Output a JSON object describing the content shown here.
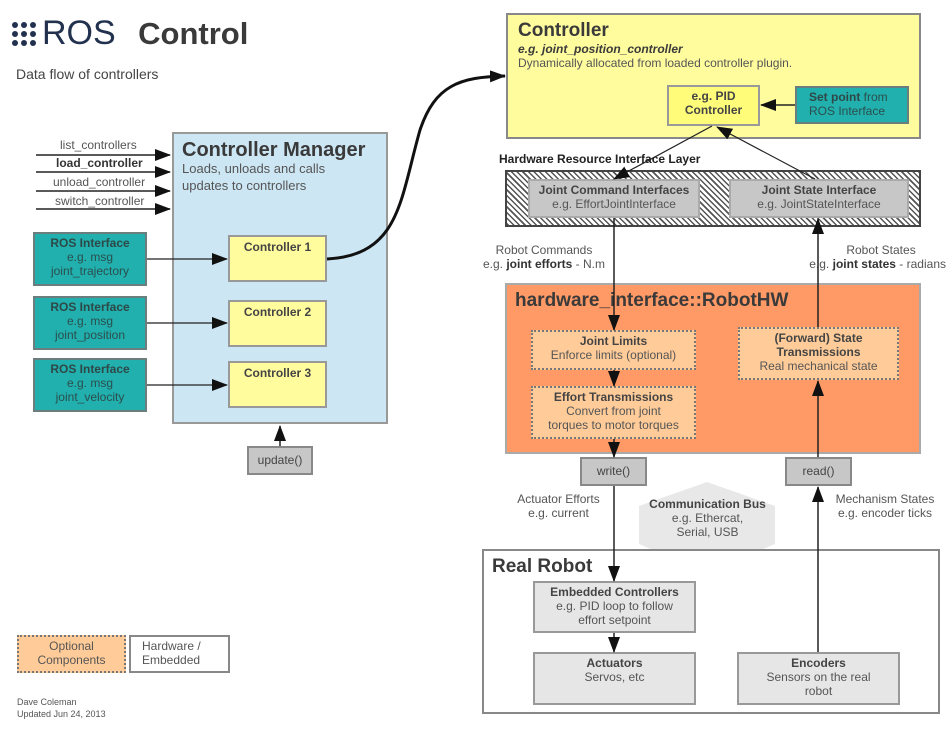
{
  "header": {
    "logo_text": "ROS",
    "title": "Control",
    "subtitle": "Data flow of controllers"
  },
  "service_calls": [
    "list_controllers",
    "load_controller",
    "unload_controller",
    "switch_controller"
  ],
  "controller_manager": {
    "title": "Controller Manager",
    "desc_line1": "Loads, unloads and calls",
    "desc_line2": "updates to controllers",
    "controllers": [
      "Controller 1",
      "Controller 2",
      "Controller 3"
    ],
    "update_label": "update()"
  },
  "ros_interfaces": [
    {
      "title": "ROS Interface",
      "line1": "e.g. msg",
      "line2": "joint_trajectory"
    },
    {
      "title": "ROS Interface",
      "line1": "e.g. msg",
      "line2": "joint_position"
    },
    {
      "title": "ROS Interface",
      "line1": "e.g. msg",
      "line2": "joint_velocity"
    }
  ],
  "controller": {
    "title": "Controller",
    "example": "e.g. joint_position_controller",
    "desc": "Dynamically allocated from loaded controller plugin.",
    "pid_line1": "e.g. PID",
    "pid_line2": "Controller",
    "setpoint_bold": "Set point",
    "setpoint_rest": " from",
    "setpoint_line2": "ROS Interface"
  },
  "hw_layer": {
    "title": "Hardware Resource Interface Layer",
    "command_title": "Joint Command Interfaces",
    "command_example": "e.g. EffortJointInterface",
    "state_title": "Joint State Interface",
    "state_example": "e.g. JointStateInterface"
  },
  "flows": {
    "robot_commands": "Robot Commands",
    "robot_commands_eg": "e.g. ",
    "robot_commands_bold": "joint efforts",
    "robot_commands_unit": " - N.m",
    "robot_states": "Robot States",
    "robot_states_eg": "e.g. ",
    "robot_states_bold": "joint states",
    "robot_states_unit": " - radians",
    "actuator_efforts": "Actuator Efforts",
    "actuator_efforts_eg": "e.g. current",
    "mechanism_states": "Mechanism States",
    "mechanism_states_eg": "e.g. encoder ticks"
  },
  "robot_hw": {
    "title": "hardware_interface::RobotHW",
    "joint_limits_title": "Joint Limits",
    "joint_limits_desc": "Enforce limits (optional)",
    "effort_title": "Effort Transmissions",
    "effort_desc1": "Convert from joint",
    "effort_desc2": "torques to motor torques",
    "state_title1": "(Forward) State",
    "state_title2": "Transmissions",
    "state_desc": "Real mechanical state",
    "write_label": "write()",
    "read_label": "read()"
  },
  "comm_bus": {
    "title": "Communication Bus",
    "line1": "e.g. Ethercat,",
    "line2": "Serial, USB"
  },
  "real_robot": {
    "title": "Real Robot",
    "embedded_title": "Embedded Controllers",
    "embedded_desc1": "e.g. PID loop to follow",
    "embedded_desc2": "effort setpoint",
    "actuators_title": "Actuators",
    "actuators_desc": "Servos, etc",
    "encoders_title": "Encoders",
    "encoders_desc1": "Sensors on the real",
    "encoders_desc2": "robot"
  },
  "legend": {
    "optional_line1": "Optional",
    "optional_line2": "Components",
    "hardware_line1": "Hardware /",
    "hardware_line2": "Embedded"
  },
  "footer": {
    "author": "Dave Coleman",
    "updated": "Updated Jun 24, 2013"
  },
  "colors": {
    "controller_manager_bg": "#cde6f4",
    "controller_bg": "#fffc9e",
    "ros_interface_bg": "#21b0ad",
    "robot_hw_bg": "#ff9966",
    "optional_bg": "#ffcc99",
    "interface_gray": "#c7c7c7",
    "hardware_gray": "#e6e6e6",
    "title_navy": "#22314e"
  }
}
